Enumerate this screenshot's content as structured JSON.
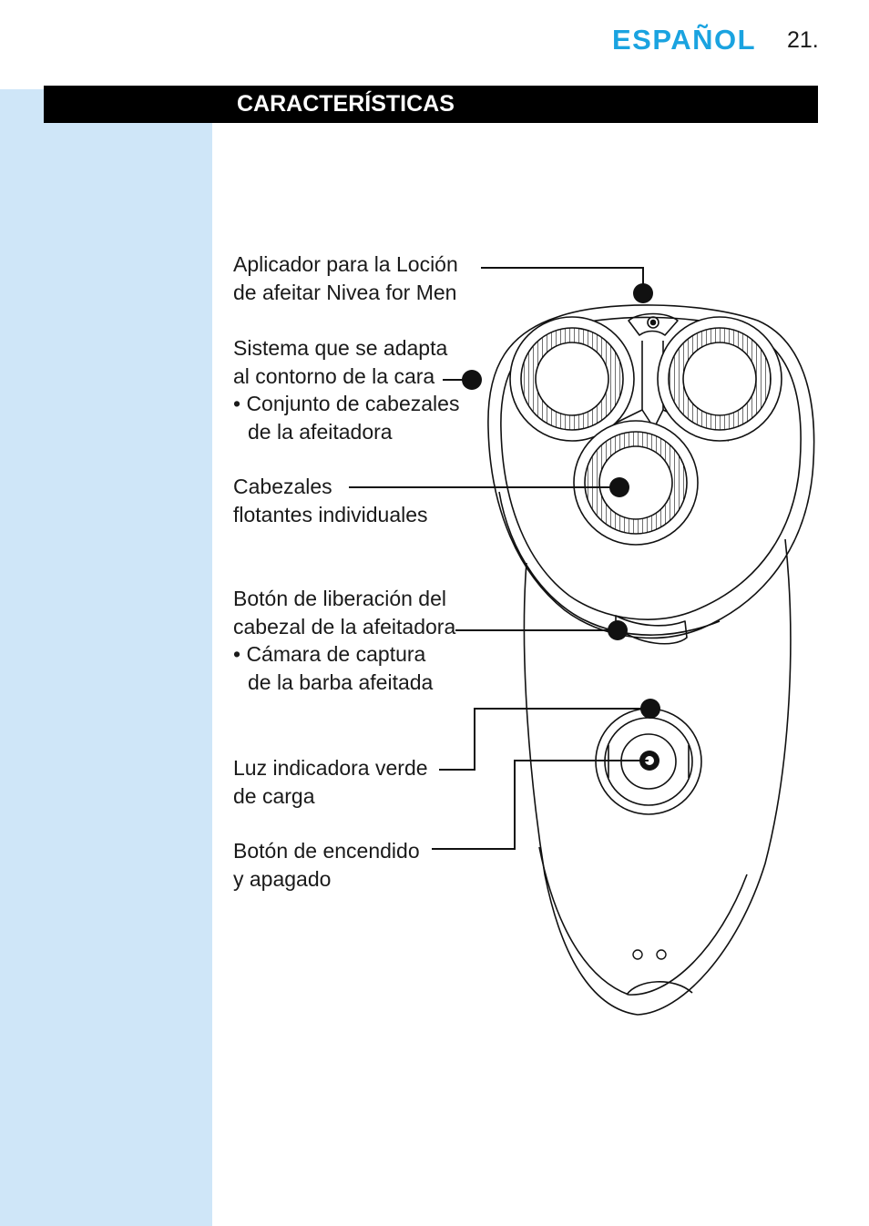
{
  "header": {
    "language": "ESPAÑOL",
    "page_number": "21.",
    "section_title": "CARACTERÍSTICAS"
  },
  "labels": {
    "applicator": [
      "Aplicador para la Loción",
      "de afeitar Nivea for Men"
    ],
    "contour_system": [
      "Sistema que se adapta",
      "al contorno de la cara",
      "• Conjunto de cabezales",
      "de la afeitadora"
    ],
    "floating_heads": [
      "Cabezales",
      "flotantes individuales"
    ],
    "release_button": [
      "Botón de liberación del",
      "cabezal de la afeitadora",
      "• Cámara de captura",
      "de la barba afeitada"
    ],
    "charge_light": [
      "Luz indicadora verde",
      "de carga"
    ],
    "power_button": [
      "Botón de encendido",
      "y apagado"
    ]
  },
  "colors": {
    "accent": "#1aa3e0",
    "sidebar": "#cfe6f8",
    "header_bar": "#000000"
  }
}
